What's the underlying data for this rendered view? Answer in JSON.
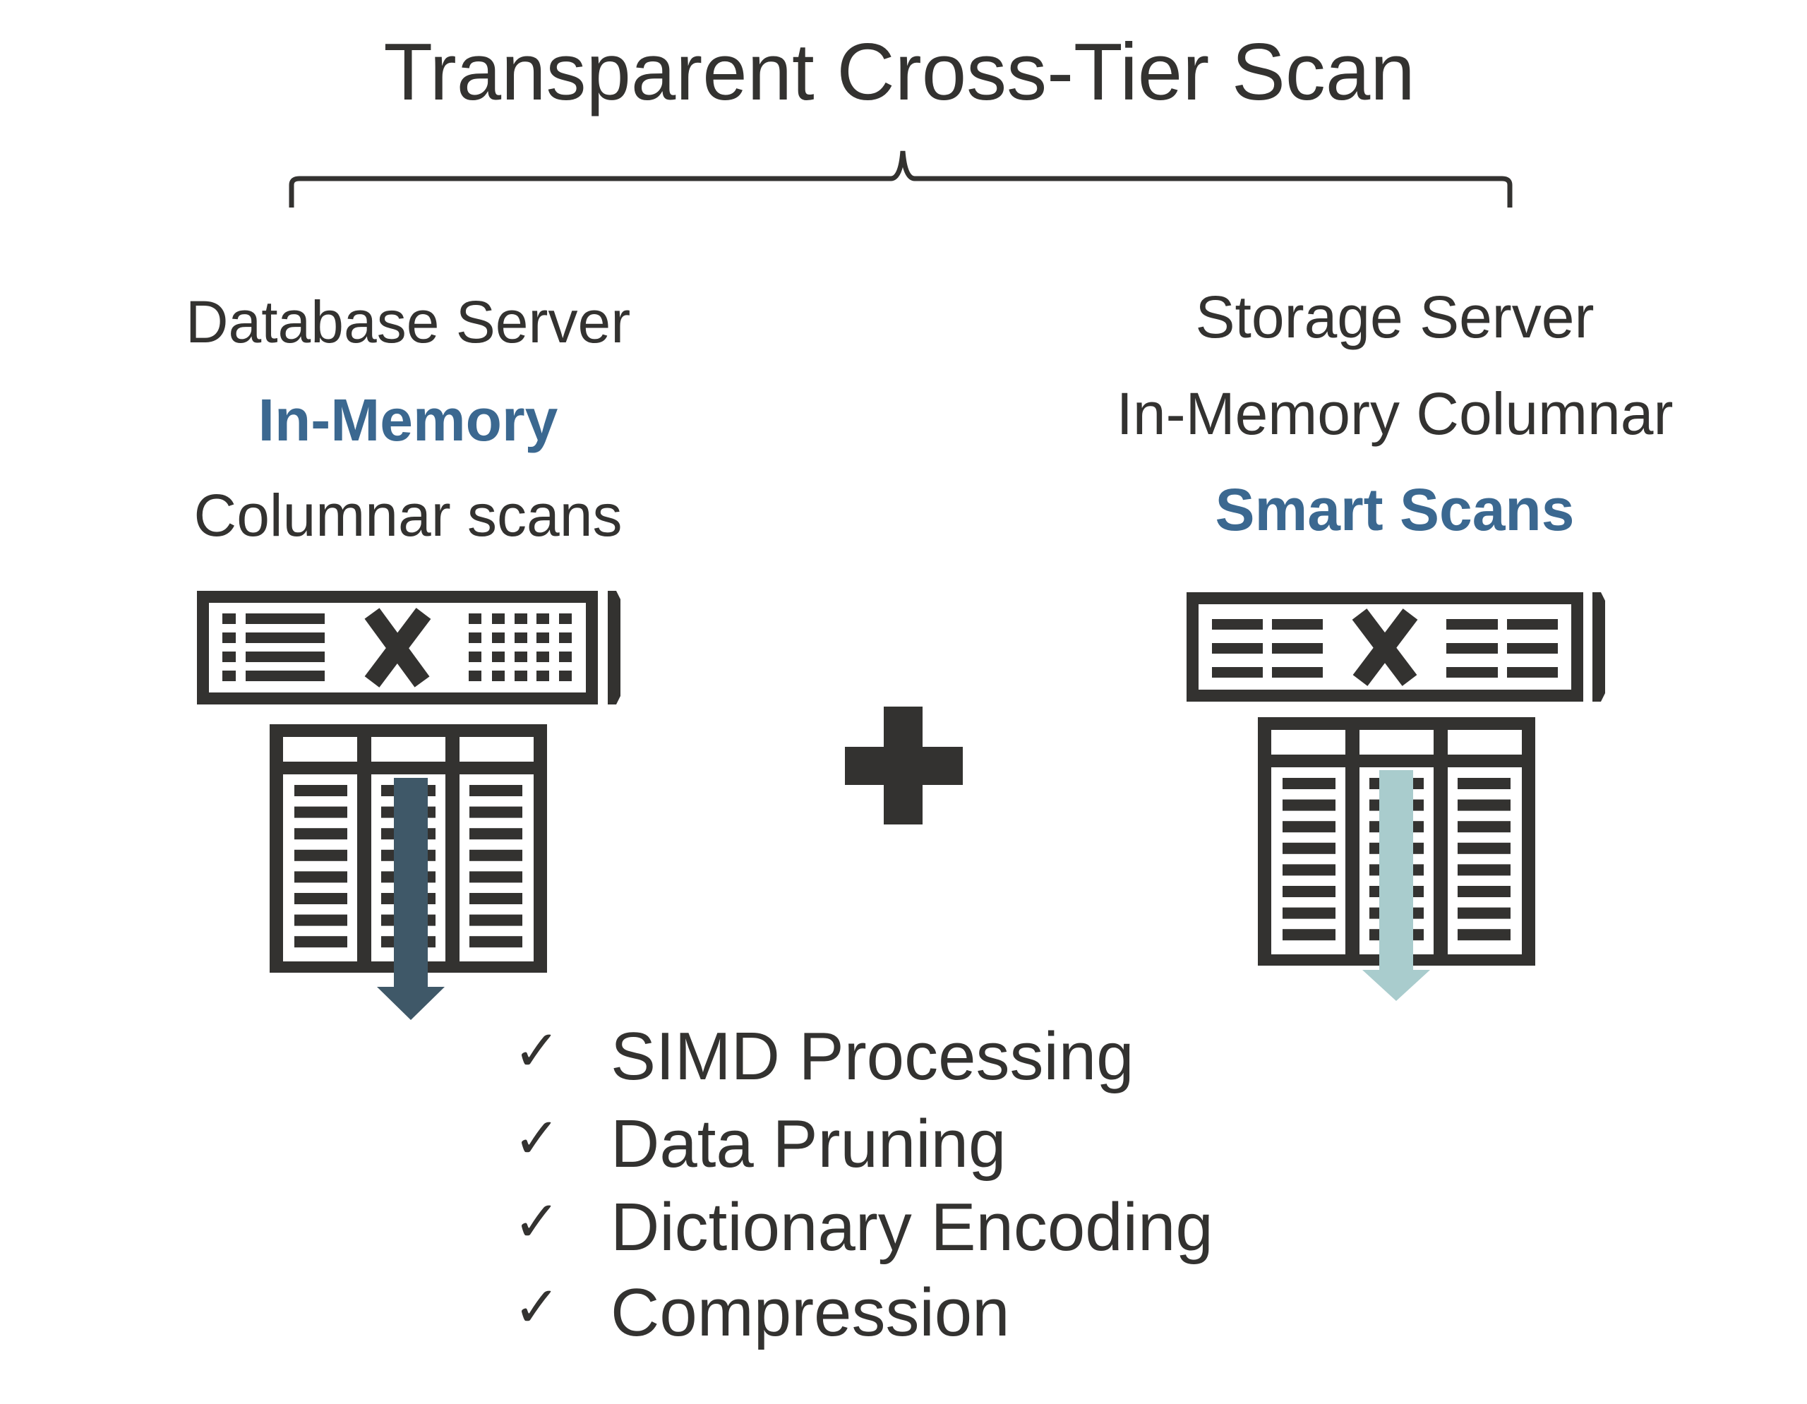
{
  "title": "Transparent Cross-Tier Scan",
  "left": {
    "line1": "Database Server",
    "line2": "In-Memory",
    "line3": "Columnar scans",
    "arrow_color": "#3f5868"
  },
  "right": {
    "line1": "Storage Server",
    "line2": "In-Memory Columnar",
    "line3": "Smart Scans",
    "arrow_color": "#a9cccd"
  },
  "accent_color": "#3b6890",
  "features": [
    {
      "icon": "checkmark-icon",
      "mark": "✓",
      "label": "SIMD Processing"
    },
    {
      "icon": "checkmark-icon",
      "mark": "✓",
      "label": "Data Pruning"
    },
    {
      "icon": "checkmark-icon",
      "mark": "✓",
      "label": "Dictionary Encoding"
    },
    {
      "icon": "checkmark-icon",
      "mark": "✓",
      "label": "Compression"
    }
  ]
}
